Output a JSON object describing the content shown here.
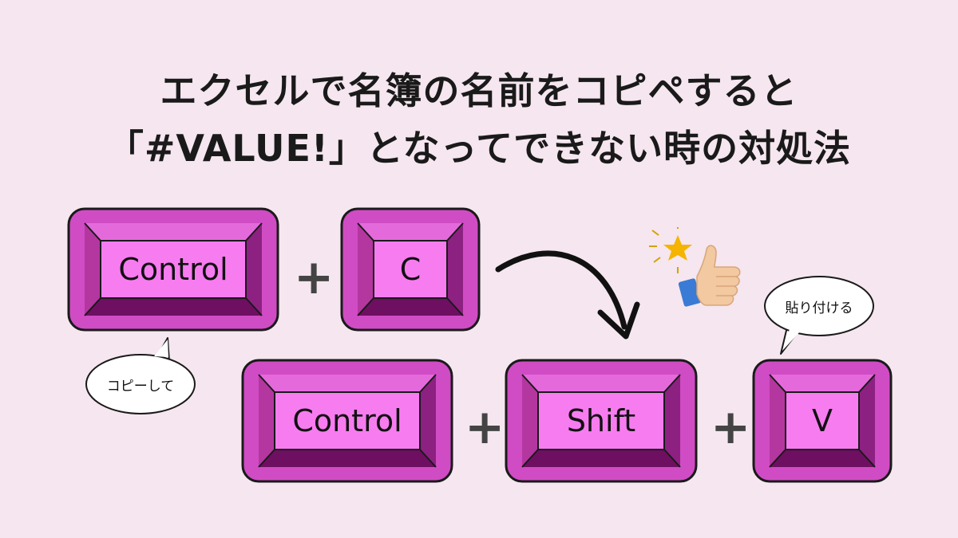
{
  "title": {
    "line1": "エクセルで名簿の名前をコピペすると",
    "line2": "「#VALUE!」となってできない時の対処法"
  },
  "keys": {
    "row1": [
      {
        "label": "Control"
      },
      {
        "label": "C"
      }
    ],
    "row2": [
      {
        "label": "Control"
      },
      {
        "label": "Shift"
      },
      {
        "label": "V"
      }
    ],
    "plus": "+"
  },
  "bubbles": {
    "copy": "コピーして",
    "paste": "貼り付ける"
  },
  "icons": [
    "curved-arrow-icon",
    "thumbs-up-sparkle-icon"
  ],
  "colors": {
    "background": "#f5e6ef",
    "key_face": "#f77cf0",
    "key_light": "#d04cc4",
    "key_mid": "#a62e9c",
    "key_dark": "#6e0f62",
    "outline": "#1a1a1a"
  }
}
